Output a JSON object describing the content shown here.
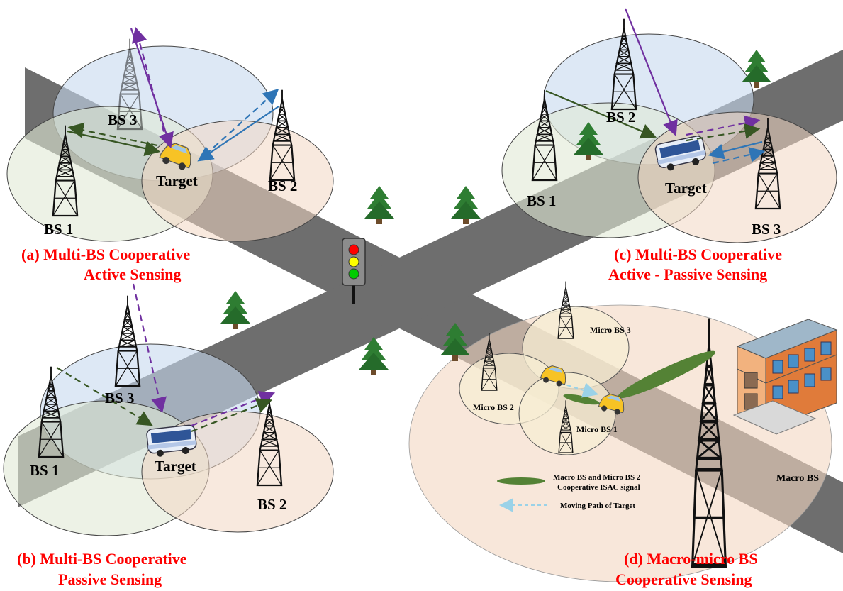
{
  "colors": {
    "road": "#6e6e6e",
    "coverage_blue": "#c7d9ee",
    "coverage_green": "#e1ead5",
    "coverage_peach": "#f3d7c2",
    "coverage_yellow": "#f7edd3",
    "caption_red": "#ff0000",
    "arrow_purple": "#7030a0",
    "arrow_green": "#375623",
    "arrow_blue": "#2e75b6",
    "tree_green": "#2e7d32"
  },
  "icons": [
    "tower-icon",
    "car-icon",
    "bus-icon",
    "tree-icon",
    "traffic-light-icon",
    "building-icon"
  ],
  "scenarios": {
    "a": {
      "caption_line1": "(a)  Multi-BS Cooperative",
      "caption_line2": "Active Sensing",
      "bs1": "BS 1",
      "bs2": "BS 2",
      "bs3": "BS 3",
      "target": "Target"
    },
    "b": {
      "caption_line1": "(b) Multi-BS Cooperative",
      "caption_line2": "Passive Sensing",
      "bs1": "BS 1",
      "bs2": "BS 2",
      "bs3": "BS 3",
      "target": "Target"
    },
    "c": {
      "caption_line1": "(c) Multi-BS Cooperative",
      "caption_line2": "Active - Passive Sensing",
      "bs1": "BS 1",
      "bs2": "BS 2",
      "bs3": "BS 3",
      "target": "Target"
    },
    "d": {
      "caption_line1": "(d) Macro-micro BS",
      "caption_line2": "Cooperative Sensing",
      "micro1": "Micro BS 1",
      "micro2": "Micro BS 2",
      "micro3": "Micro BS 3",
      "macro": "Macro BS",
      "legend_signal_line1": "Macro BS and Micro BS 2",
      "legend_signal_line2": "Cooperative ISAC signal",
      "legend_path": "Moving Path of Target"
    }
  }
}
